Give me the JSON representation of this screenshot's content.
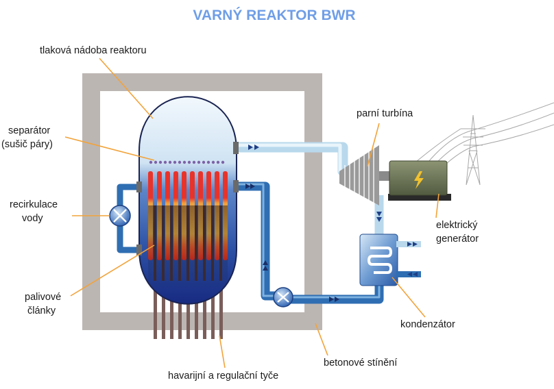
{
  "title": "VARNÝ REAKTOR BWR",
  "labels": {
    "pressure_vessel": "tlaková nádoba reaktoru",
    "separator_line1": "separátor",
    "separator_line2": "(sušič páry)",
    "recirculation_line1": "recirkulace",
    "recirculation_line2": "vody",
    "fuel_line1": "palivové",
    "fuel_line2": "články",
    "rods": "havarijní a regulační tyče",
    "shielding": "betonové stínění",
    "turbine": "parní turbína",
    "generator_line1": "elektrický",
    "generator_line2": "generátor",
    "condenser": "kondenzátor"
  },
  "icons": {
    "generator_symbol": "lightning-icon",
    "pump": "pump-icon",
    "pylon": "power-pylon-icon"
  },
  "colors": {
    "title": "#6f9ee6",
    "leader": "#f2a33a",
    "shield": "#b9b3b1",
    "steam_pipe": "#cfe6f3",
    "water_pipe": "#2d6fb3",
    "generator": "#6f7a5a",
    "vessel_top": "#e9f3fb",
    "vessel_bottom": "#1d2f8a"
  }
}
